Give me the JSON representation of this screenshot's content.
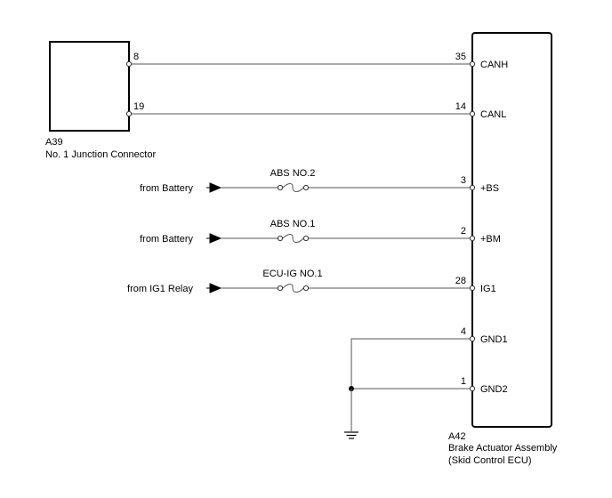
{
  "connector": {
    "code": "A39",
    "name": "No. 1 Junction Connector",
    "pins": [
      "8",
      "19"
    ]
  },
  "ecu": {
    "code": "A42",
    "name_line1": "Brake Actuator Assembly",
    "name_line2": "(Skid Control ECU)"
  },
  "can_lines": [
    {
      "left_pin": "8",
      "ecu_pin": "35",
      "signal": "CANH"
    },
    {
      "left_pin": "19",
      "ecu_pin": "14",
      "signal": "CANL"
    }
  ],
  "power_lines": [
    {
      "source": "from Battery",
      "fuse": "ABS NO.2",
      "ecu_pin": "3",
      "signal": "+BS"
    },
    {
      "source": "from Battery",
      "fuse": "ABS NO.1",
      "ecu_pin": "2",
      "signal": "+BM"
    },
    {
      "source": "from IG1 Relay",
      "fuse": "ECU-IG NO.1",
      "ecu_pin": "28",
      "signal": "IG1"
    }
  ],
  "ground_lines": [
    {
      "ecu_pin": "4",
      "signal": "GND1"
    },
    {
      "ecu_pin": "1",
      "signal": "GND2"
    }
  ],
  "ground_symbol": "ground-icon"
}
